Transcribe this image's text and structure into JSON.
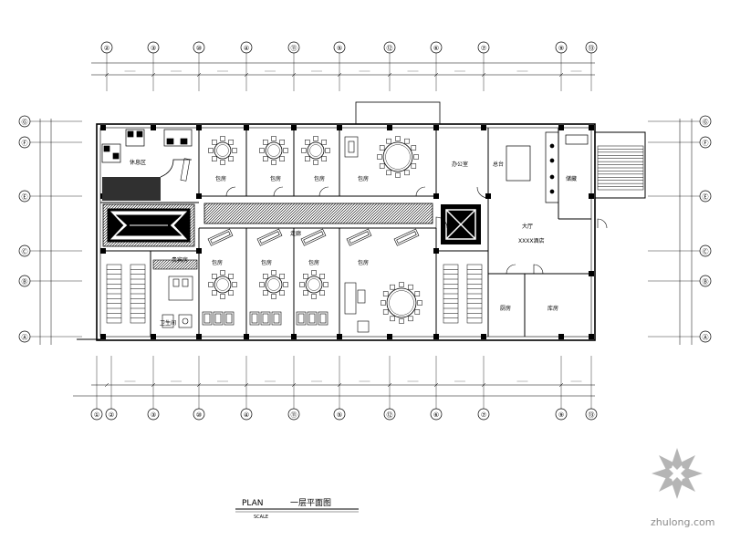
{
  "drawing": {
    "title_en": "PLAN",
    "title_cn": "一层平面图",
    "scale_label": "SCALE"
  },
  "grid": {
    "top_axes": [
      "②",
      "③",
      "⑩",
      "④",
      "⑪",
      "⑤",
      "⑫",
      "⑥",
      "⑦",
      "⑨",
      "⑬"
    ],
    "bottom_axes": [
      "①",
      "②",
      "③",
      "⑩",
      "④",
      "⑪",
      "⑤",
      "⑫",
      "⑥",
      "⑦",
      "⑨",
      "⑬"
    ],
    "left_axes": [
      "Ⓖ",
      "Ⓕ",
      "Ⓔ",
      "Ⓒ",
      "Ⓑ",
      "Ⓐ"
    ],
    "right_axes": [
      "Ⓖ",
      "Ⓕ",
      "Ⓔ",
      "Ⓒ",
      "Ⓑ",
      "Ⓐ"
    ]
  },
  "rooms": {
    "lounge": "休息区",
    "private_rooms": [
      "包房",
      "包房",
      "包房",
      "包房",
      "包房",
      "包房",
      "包房",
      "包房"
    ],
    "vip_room": "贵宾房",
    "office": "办公室",
    "storage": "储藏",
    "front_desk": "总台",
    "lobby": "大厅",
    "lobby_sub": "XXXX酒店",
    "toilet": "卫生间",
    "kitchen": "厨房",
    "warehouse": "库房",
    "corridor": "走廊"
  },
  "watermark": {
    "site": "zhulong.com"
  }
}
